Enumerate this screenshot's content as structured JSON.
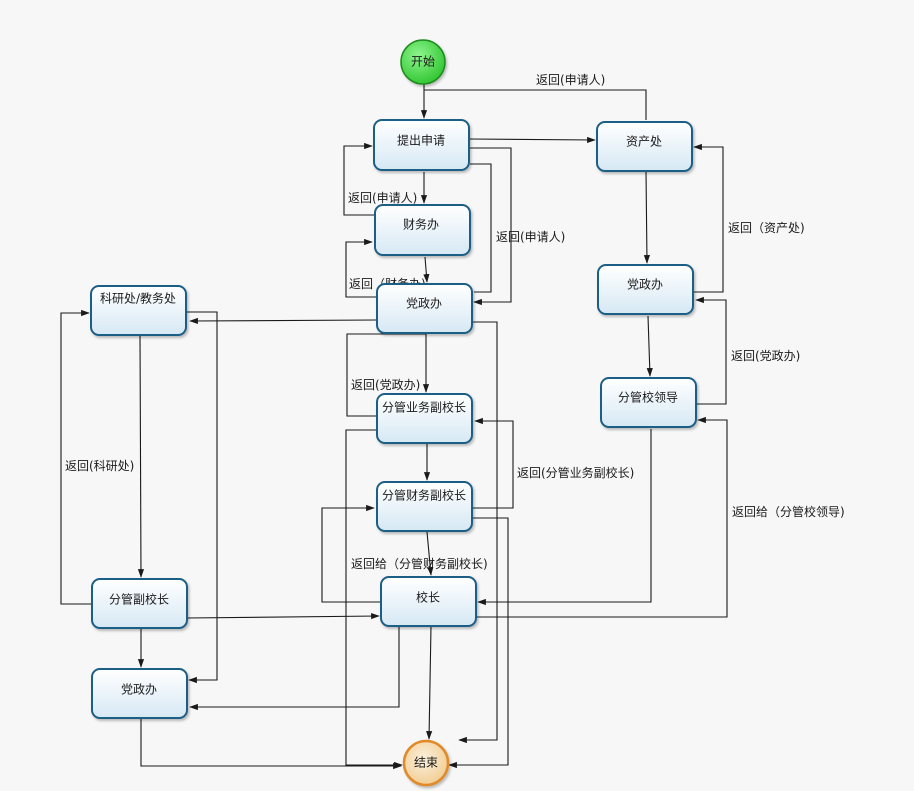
{
  "nodes": {
    "start": "开始",
    "submit": "提出申请",
    "finance_office": "财务办",
    "party_office_main": "党政办",
    "asset_office": "资产处",
    "party_office_right": "党政办",
    "leader_right": "分管校领导",
    "research_office": "科研处/教务处",
    "vice_business": "分管业务副校长",
    "vice_finance": "分管财务副校长",
    "vice_left": "分管副校长",
    "president": "校长",
    "party_office_left": "党政办",
    "end": "结束"
  },
  "labels": {
    "return_applicant_top": "返回(申请人)",
    "return_applicant_left": "返回(申请人)",
    "return_applicant_right": "返回(申请人)",
    "return_finance": "返回（财务办)",
    "return_party": "返回(党政办)",
    "return_asset": "返回（资产处)",
    "return_party_right": "返回(党政办)",
    "return_research": "返回(科研处)",
    "return_vice_business": "返回(分管业务副校长)",
    "return_vice_finance": "返回给（分管财务副校长)",
    "return_leader": "返回给（分管校领导)"
  },
  "colors": {
    "node_fill_top": "#ffffff",
    "node_fill_bottom": "#d6e8f4",
    "node_border": "#1f5e86",
    "start_fill": "#3ed43e",
    "end_fill": "#f5d9a8",
    "end_border": "#e08a2a",
    "edge": "#1a1a1a"
  }
}
